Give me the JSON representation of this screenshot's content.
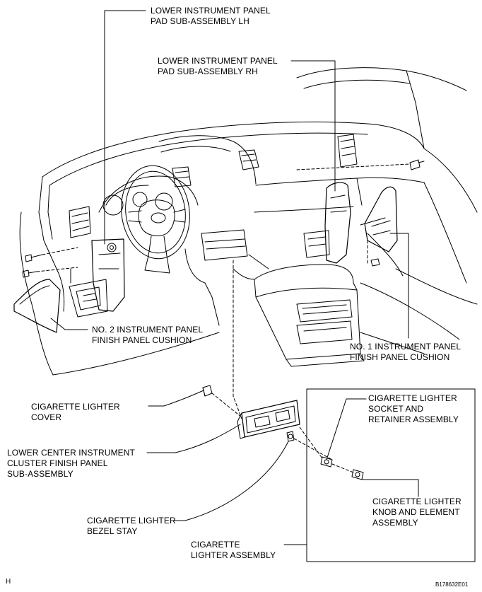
{
  "labels": {
    "lower_panel_lh": [
      "LOWER INSTRUMENT PANEL",
      "PAD SUB-ASSEMBLY LH"
    ],
    "lower_panel_rh": [
      "LOWER INSTRUMENT PANEL",
      "PAD SUB-ASSEMBLY RH"
    ],
    "no2_cushion": [
      "NO. 2 INSTRUMENT PANEL",
      "FINISH PANEL CUSHION"
    ],
    "no1_cushion": [
      "NO. 1 INSTRUMENT PANEL",
      "FINISH PANEL CUSHION"
    ],
    "lighter_cover": [
      "CIGARETTE LIGHTER",
      "COVER"
    ],
    "center_cluster": [
      "LOWER CENTER INSTRUMENT",
      "CLUSTER FINISH PANEL",
      "SUB-ASSEMBLY"
    ],
    "bezel_stay": [
      "CIGARETTE LIGHTER",
      "BEZEL STAY"
    ],
    "lighter_assembly": [
      "CIGARETTE",
      "LIGHTER ASSEMBLY"
    ],
    "socket_retainer": [
      "CIGARETTE LIGHTER",
      "SOCKET AND",
      "RETAINER ASSEMBLY"
    ],
    "knob_element": [
      "CIGARETTE LIGHTER",
      "KNOB AND ELEMENT",
      "ASSEMBLY"
    ]
  },
  "corner_letter": "H",
  "figure_code": "B178632E01"
}
